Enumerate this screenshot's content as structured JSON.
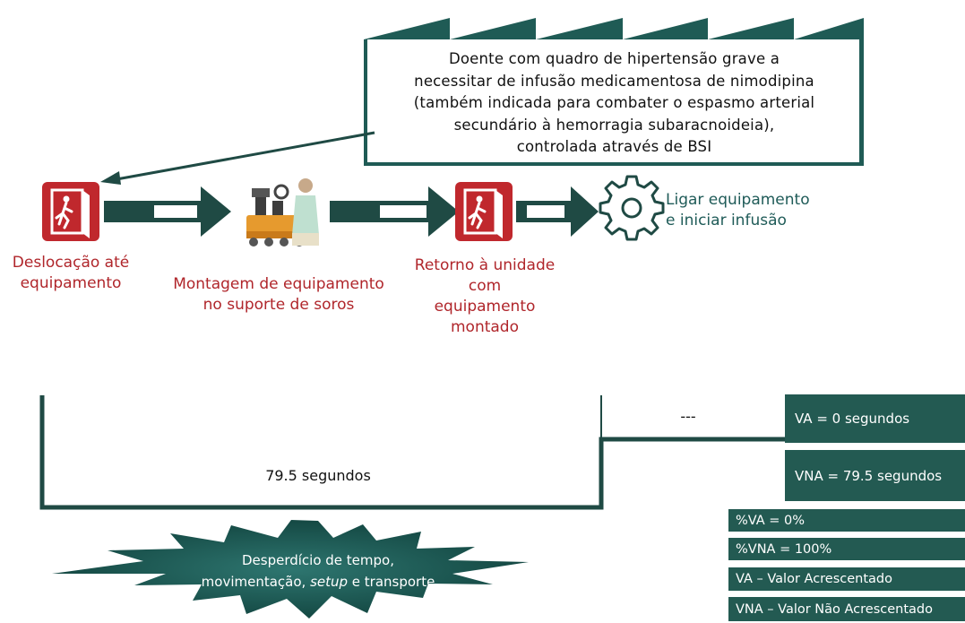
{
  "callout": {
    "lines": [
      "Doente com quadro de hipertensão grave a",
      "necessitar de infusão medicamentosa de nimodipina",
      "(também indicada para combater o espasmo arterial",
      "secundário à hemorragia subaracnoideia),",
      "controlada através de BSI"
    ]
  },
  "steps": {
    "step1": {
      "lines": [
        "Deslocação até",
        "equipamento"
      ],
      "icon": "exit-door-icon"
    },
    "step2": {
      "lines": [
        "Montagem de equipamento",
        "no suporte de soros"
      ],
      "icon": "assembly-worker-icon"
    },
    "step3": {
      "lines": [
        "Retorno à unidade",
        "com",
        "equipamento",
        "montado"
      ],
      "icon": "exit-door-icon"
    },
    "step4": {
      "lines": [
        "Ligar equipamento",
        "e iniciar infusão"
      ],
      "icon": "gear-icon"
    }
  },
  "timeline": {
    "nva_time": "79.5 segundos",
    "va_time": "---"
  },
  "metrics": {
    "va": "VA = 0 segundos",
    "vna": "VNA = 79.5 segundos",
    "pct_va": "%VA = 0%",
    "pct_vna": "%VNA = 100%",
    "va_legend": "VA – Valor Acrescentado",
    "vna_legend": "VNA – Valor Não Acrescentado"
  },
  "waste": {
    "line1": "Desperdício de tempo,",
    "line2_a": "movimentação, ",
    "line2_em": "setup",
    "line2_b": " e transporte"
  },
  "colors": {
    "teal_dark": "#1f4a44",
    "metric_bg": "#235a52",
    "red": "#b0262b",
    "door_red": "#c0282d"
  }
}
